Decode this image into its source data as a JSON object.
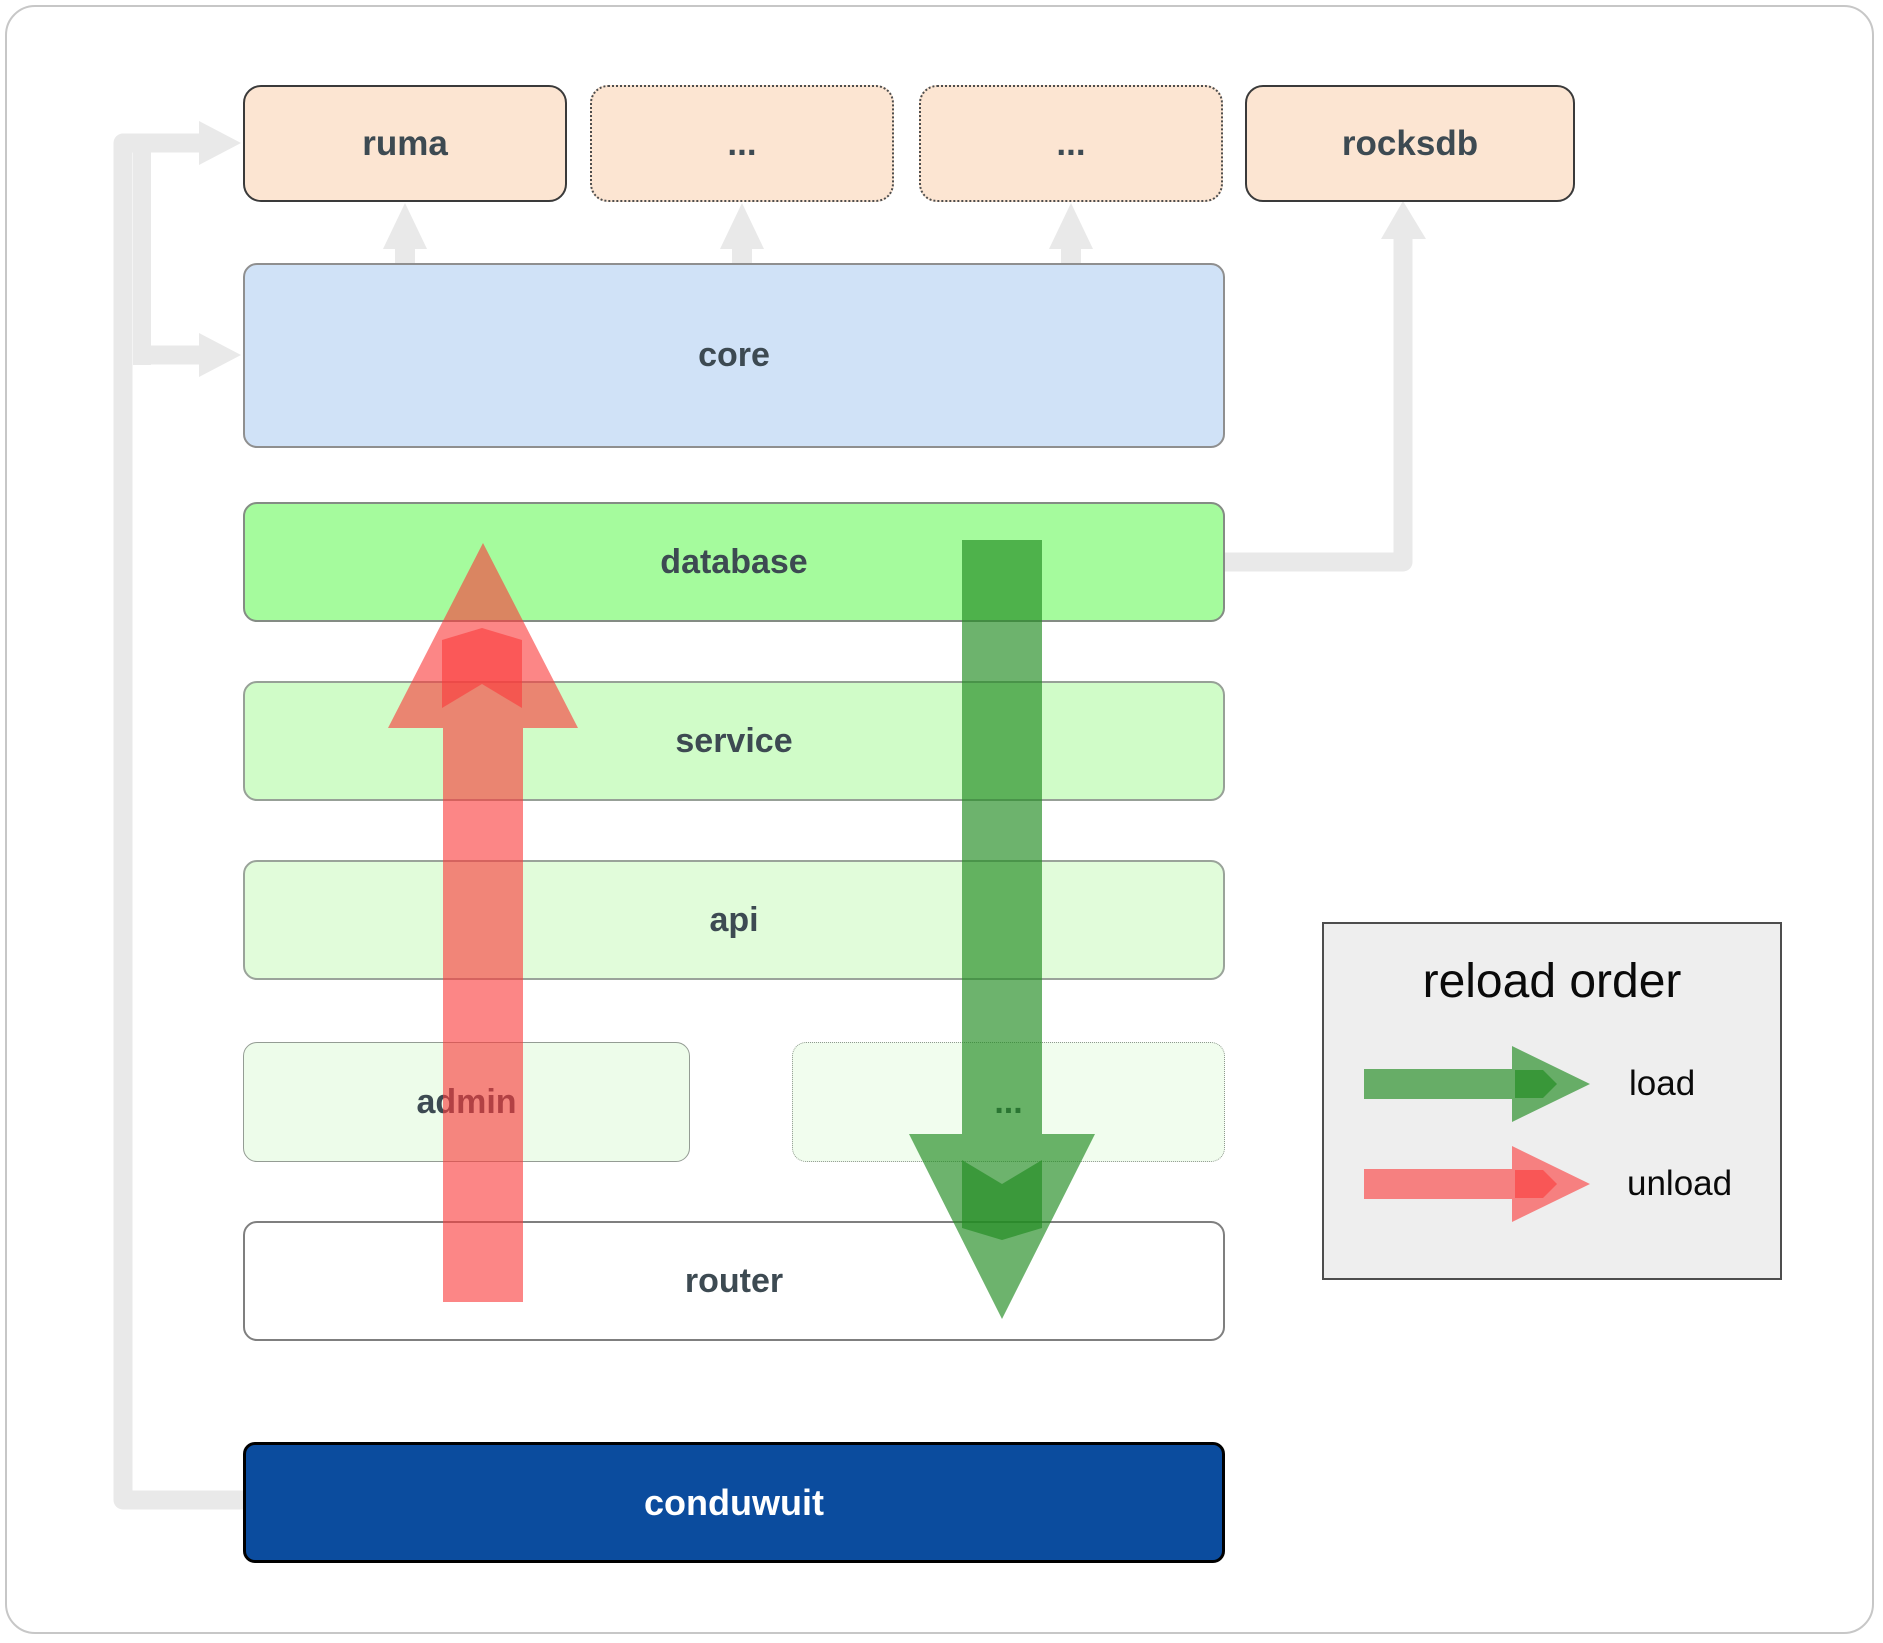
{
  "boxes": {
    "ruma": "ruma",
    "dots_a": "...",
    "dots_b": "...",
    "rocksdb": "rocksdb",
    "core": "core",
    "database": "database",
    "service": "service",
    "api": "api",
    "admin": "admin",
    "dots_c": "...",
    "router": "router",
    "conduwuit": "conduwuit"
  },
  "legend": {
    "title": "reload order",
    "load_label": "load",
    "unload_label": "unload"
  },
  "colors": {
    "load_green": "#228b22",
    "unload_red": "#fa3c3c",
    "connector_gray": "#e9e9e9",
    "peach_fill": "#fce5d2",
    "core_fill": "#d0e2f7",
    "database_fill": "#a5fb9d",
    "service_fill": "#d0fcc8",
    "api_fill": "#e1fcda",
    "admin_fill": "#edfcea",
    "router_fill": "#ffffff",
    "conduwuit_fill": "#0b4c9e",
    "legend_bg": "#eeeeee",
    "label_dark": "#3d4a52"
  }
}
